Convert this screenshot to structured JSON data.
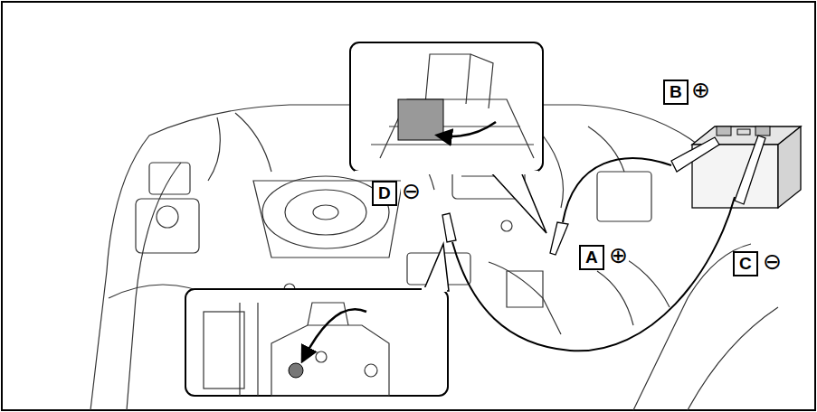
{
  "diagram": {
    "nodes": [
      {
        "text": [
          "B"
        ]
      },
      {
        "text": [
          "D"
        ]
      },
      {
        "text": [
          "A"
        ]
      },
      {
        "text": [
          "C"
        ]
      }
    ],
    "labels": [
      "⊕",
      "⊖",
      "⊕",
      "⊖"
    ]
  }
}
